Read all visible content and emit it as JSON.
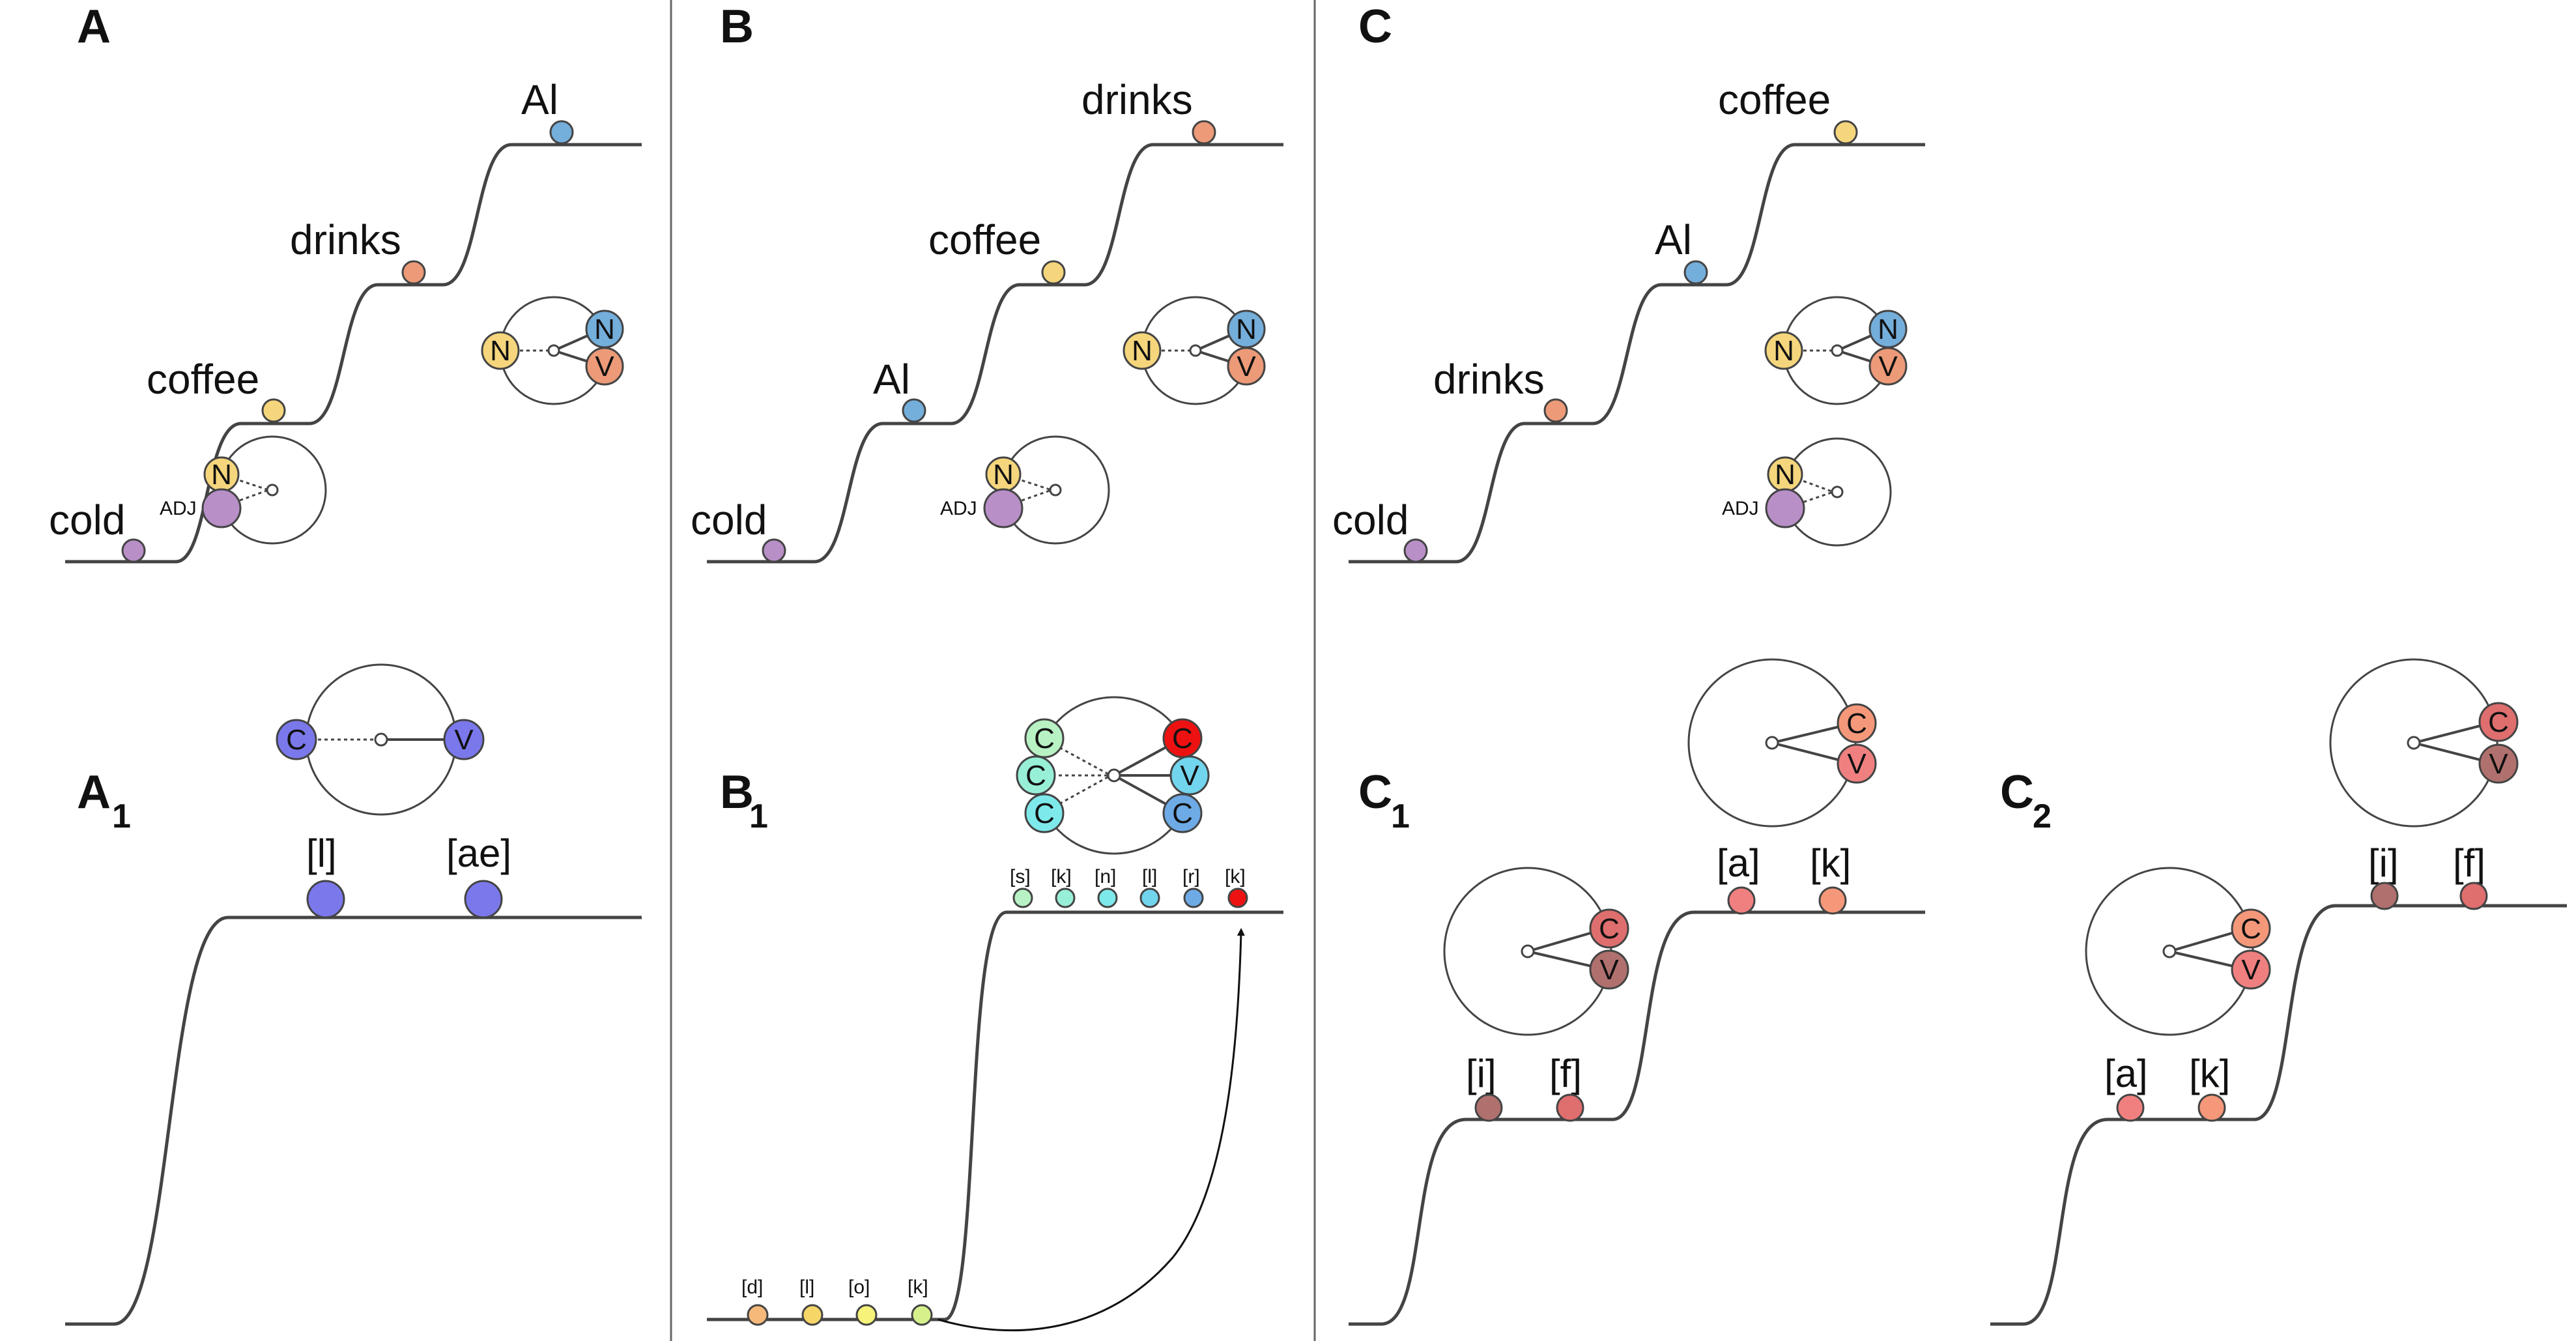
{
  "panels": {
    "A": {
      "label": "A",
      "sub": ""
    },
    "B": {
      "label": "B",
      "sub": ""
    },
    "C": {
      "label": "C",
      "sub": ""
    },
    "A1": {
      "label": "A",
      "sub": "1"
    },
    "B1": {
      "label": "B",
      "sub": "1"
    },
    "C1": {
      "label": "C",
      "sub": "1"
    },
    "C2": {
      "label": "C",
      "sub": "2"
    }
  },
  "words": {
    "A": [
      "cold",
      "coffee",
      "drinks",
      "Al"
    ],
    "B": [
      "cold",
      "Al",
      "coffee",
      "drinks"
    ],
    "C": [
      "cold",
      "drinks",
      "Al",
      "coffee"
    ]
  },
  "phones": {
    "A1": [
      "[l]",
      "[ae]"
    ],
    "B1_low": [
      "[d]",
      "[l]",
      "[o]",
      "[k]"
    ],
    "B1_high": [
      "[s]",
      "[k]",
      "[n]",
      "[l]",
      "[r]",
      "[k]"
    ],
    "C1_low": [
      "[i]",
      "[f]"
    ],
    "C1_high": [
      "[a]",
      "[k]"
    ],
    "C2_low": [
      "[a]",
      "[k]"
    ],
    "C2_high": [
      "[i]",
      "[f]"
    ]
  },
  "nodes": {
    "N": "N",
    "V": "V",
    "C": "C",
    "ADJ": "ADJ"
  },
  "colors": {
    "cold": "#b88fc7",
    "coffee": "#f5d67c",
    "drinks": "#ec9a78",
    "Al": "#74aedb",
    "vowel_blue": "#7b78ec",
    "phone_d": "#f6b97a",
    "phone_l": "#f7d668",
    "phone_o": "#f6f27a",
    "phone_k_low": "#d6f08c",
    "phone_s": "#b8f2c4",
    "phone_k_high": "#98efd8",
    "phone_n": "#7ee9ea",
    "phone_l_high": "#72d5ee",
    "phone_r": "#6eaae6",
    "phone_k_red": "#ee1111",
    "phone_a": "#f08080",
    "phone_k_c": "#f5987a",
    "phone_i": "#b0716e",
    "phone_f": "#df6e6e",
    "stroke": "#444444"
  }
}
